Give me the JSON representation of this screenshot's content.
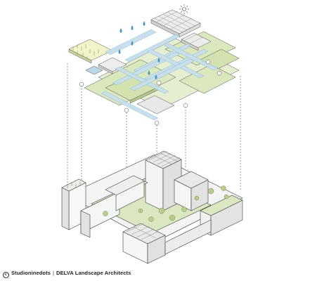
{
  "credit": {
    "copyright_symbol": "c",
    "studio": "Studioninedots",
    "separator": "|",
    "landscape": "DELVA Landscape Architects"
  },
  "colors": {
    "green": "#d9e6b6",
    "green_dark": "#bcd08c",
    "blue": "#cfe3ee",
    "blue_dark": "#a8cde0",
    "grey_roof": "#e6e6e6",
    "wall_light": "#f7f7f7",
    "wall_shade": "#e4e4e4",
    "line": "#3a3a3a"
  },
  "icons": [
    "sun-icon",
    "water-drop-icon",
    "location-pin-icon",
    "solar-panel-icon",
    "tree-icon",
    "dashed-guide-line"
  ]
}
